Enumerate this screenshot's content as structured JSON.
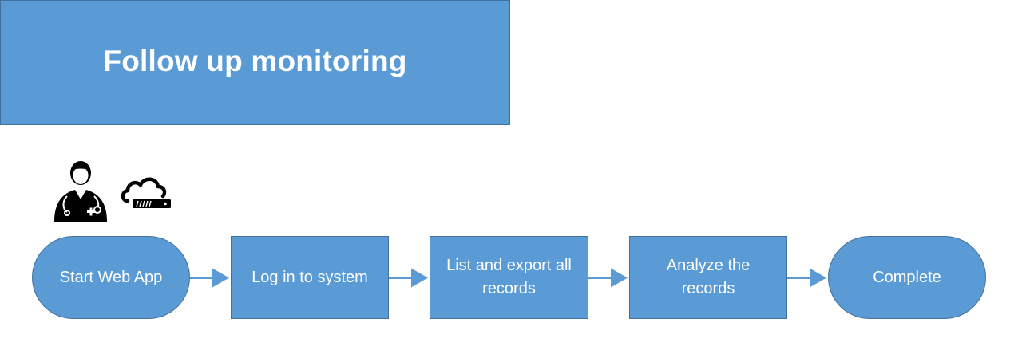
{
  "title": "Follow up monitoring",
  "icons": [
    "doctor-icon",
    "cloud-server-icon"
  ],
  "flow": {
    "nodes": [
      {
        "id": "start",
        "shape": "terminal",
        "label": "Start Web App"
      },
      {
        "id": "login",
        "shape": "process",
        "label": "Log in to system"
      },
      {
        "id": "list",
        "shape": "process",
        "label": "List and export all records"
      },
      {
        "id": "analyze",
        "shape": "process",
        "label": "Analyze the records"
      },
      {
        "id": "complete",
        "shape": "terminal",
        "label": "Complete"
      }
    ],
    "edges": [
      {
        "from": "start",
        "to": "login"
      },
      {
        "from": "login",
        "to": "list"
      },
      {
        "from": "list",
        "to": "analyze"
      },
      {
        "from": "analyze",
        "to": "complete"
      }
    ]
  },
  "colors": {
    "fill": "#5b9bd5",
    "border": "#41719c",
    "text": "#ffffff",
    "connector": "#5b9bd5",
    "icon": "#000000"
  }
}
